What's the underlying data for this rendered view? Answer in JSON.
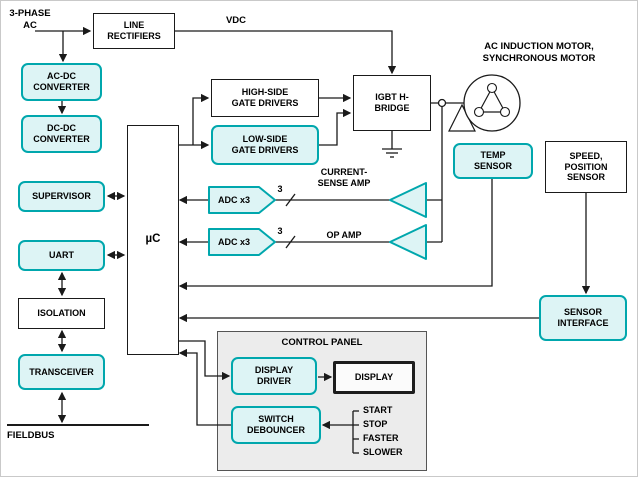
{
  "colors": {
    "accent_teal": "#00a7ad",
    "teal_fill": "#ddf4f5",
    "wire": "#1a1a1a"
  },
  "labels": {
    "three_phase_ac": "3-PHASE AC",
    "vdc": "VDC",
    "fieldbus": "FIELDBUS",
    "motor": "AC INDUCTION MOTOR, SYNCHRONOUS MOTOR",
    "current_sense_amp": "CURRENT-SENSE AMP",
    "op_amp": "OP AMP",
    "bus_width_1": "3",
    "bus_width_2": "3"
  },
  "blocks": {
    "line_rectifiers": "LINE RECTIFIERS",
    "ac_dc_converter": "AC-DC CONVERTER",
    "dc_dc_converter": "DC-DC CONVERTER",
    "supervisor": "SUPERVISOR",
    "uart": "UART",
    "isolation": "ISOLATION",
    "transceiver": "TRANSCEIVER",
    "microcontroller": "µC",
    "high_side_gate_drivers": "HIGH-SIDE GATE DRIVERS",
    "low_side_gate_drivers": "LOW-SIDE GATE DRIVERS",
    "igbt_h_bridge": "IGBT H-BRIDGE",
    "adc1": "ADC x3",
    "adc2": "ADC x3",
    "temp_sensor": "TEMP SENSOR",
    "speed_position_sensor": "SPEED, POSITION SENSOR",
    "sensor_interface": "SENSOR INTERFACE"
  },
  "control_panel": {
    "title": "CONTROL PANEL",
    "display_driver": "DISPLAY DRIVER",
    "display": "DISPLAY",
    "switch_debouncer": "SWITCH DEBOUNCER",
    "switches": [
      "START",
      "STOP",
      "FASTER",
      "SLOWER"
    ]
  }
}
